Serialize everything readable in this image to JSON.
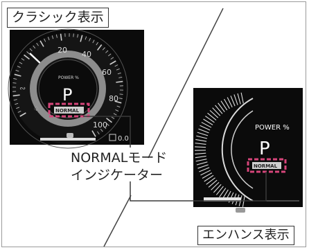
{
  "classic": {
    "label": "クラシック表示",
    "ticks": [
      "20",
      "40",
      "60",
      "80",
      "100"
    ],
    "power_label": "POWER %",
    "gear": "P",
    "mode_badge": "NORMAL",
    "odo_value": "0.0"
  },
  "enhance": {
    "label": "エンハンス表示",
    "power_label": "POWER %",
    "gear": "P",
    "mode_badge": "NORMAL"
  },
  "callout": {
    "line1": "NORMALモード",
    "line2": "インジケーター"
  },
  "colors": {
    "display_bg": "#0b0b0b",
    "highlight": "#d6457a",
    "badge_bg": "#cfcfcf",
    "ring": "#8d8d8d",
    "leader_line": "#3a3a3a"
  }
}
